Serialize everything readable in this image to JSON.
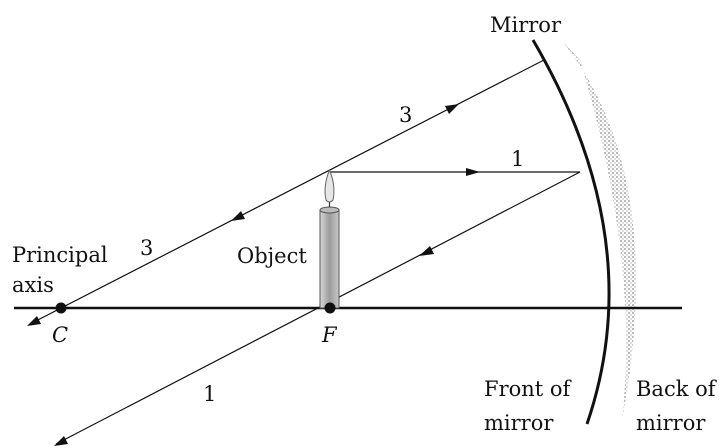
{
  "labels": {
    "mirror": "Mirror",
    "principal_line1": "Principal",
    "principal_line2": "axis",
    "object": "Object",
    "center": "C",
    "focus": "F",
    "front_line1": "Front of",
    "front_line2": "mirror",
    "back_line1": "Back of",
    "back_line2": "mirror"
  },
  "ray_labels": {
    "ray1_incident": "1",
    "ray1_reflected": "1",
    "ray3_incident": "3",
    "ray3_reflected": "3"
  },
  "colors": {
    "ink": "#111111",
    "mirror_back_shading": "#9a9a9a",
    "candle_body": "#b0b0b0",
    "flame": "#e6e6e6"
  }
}
